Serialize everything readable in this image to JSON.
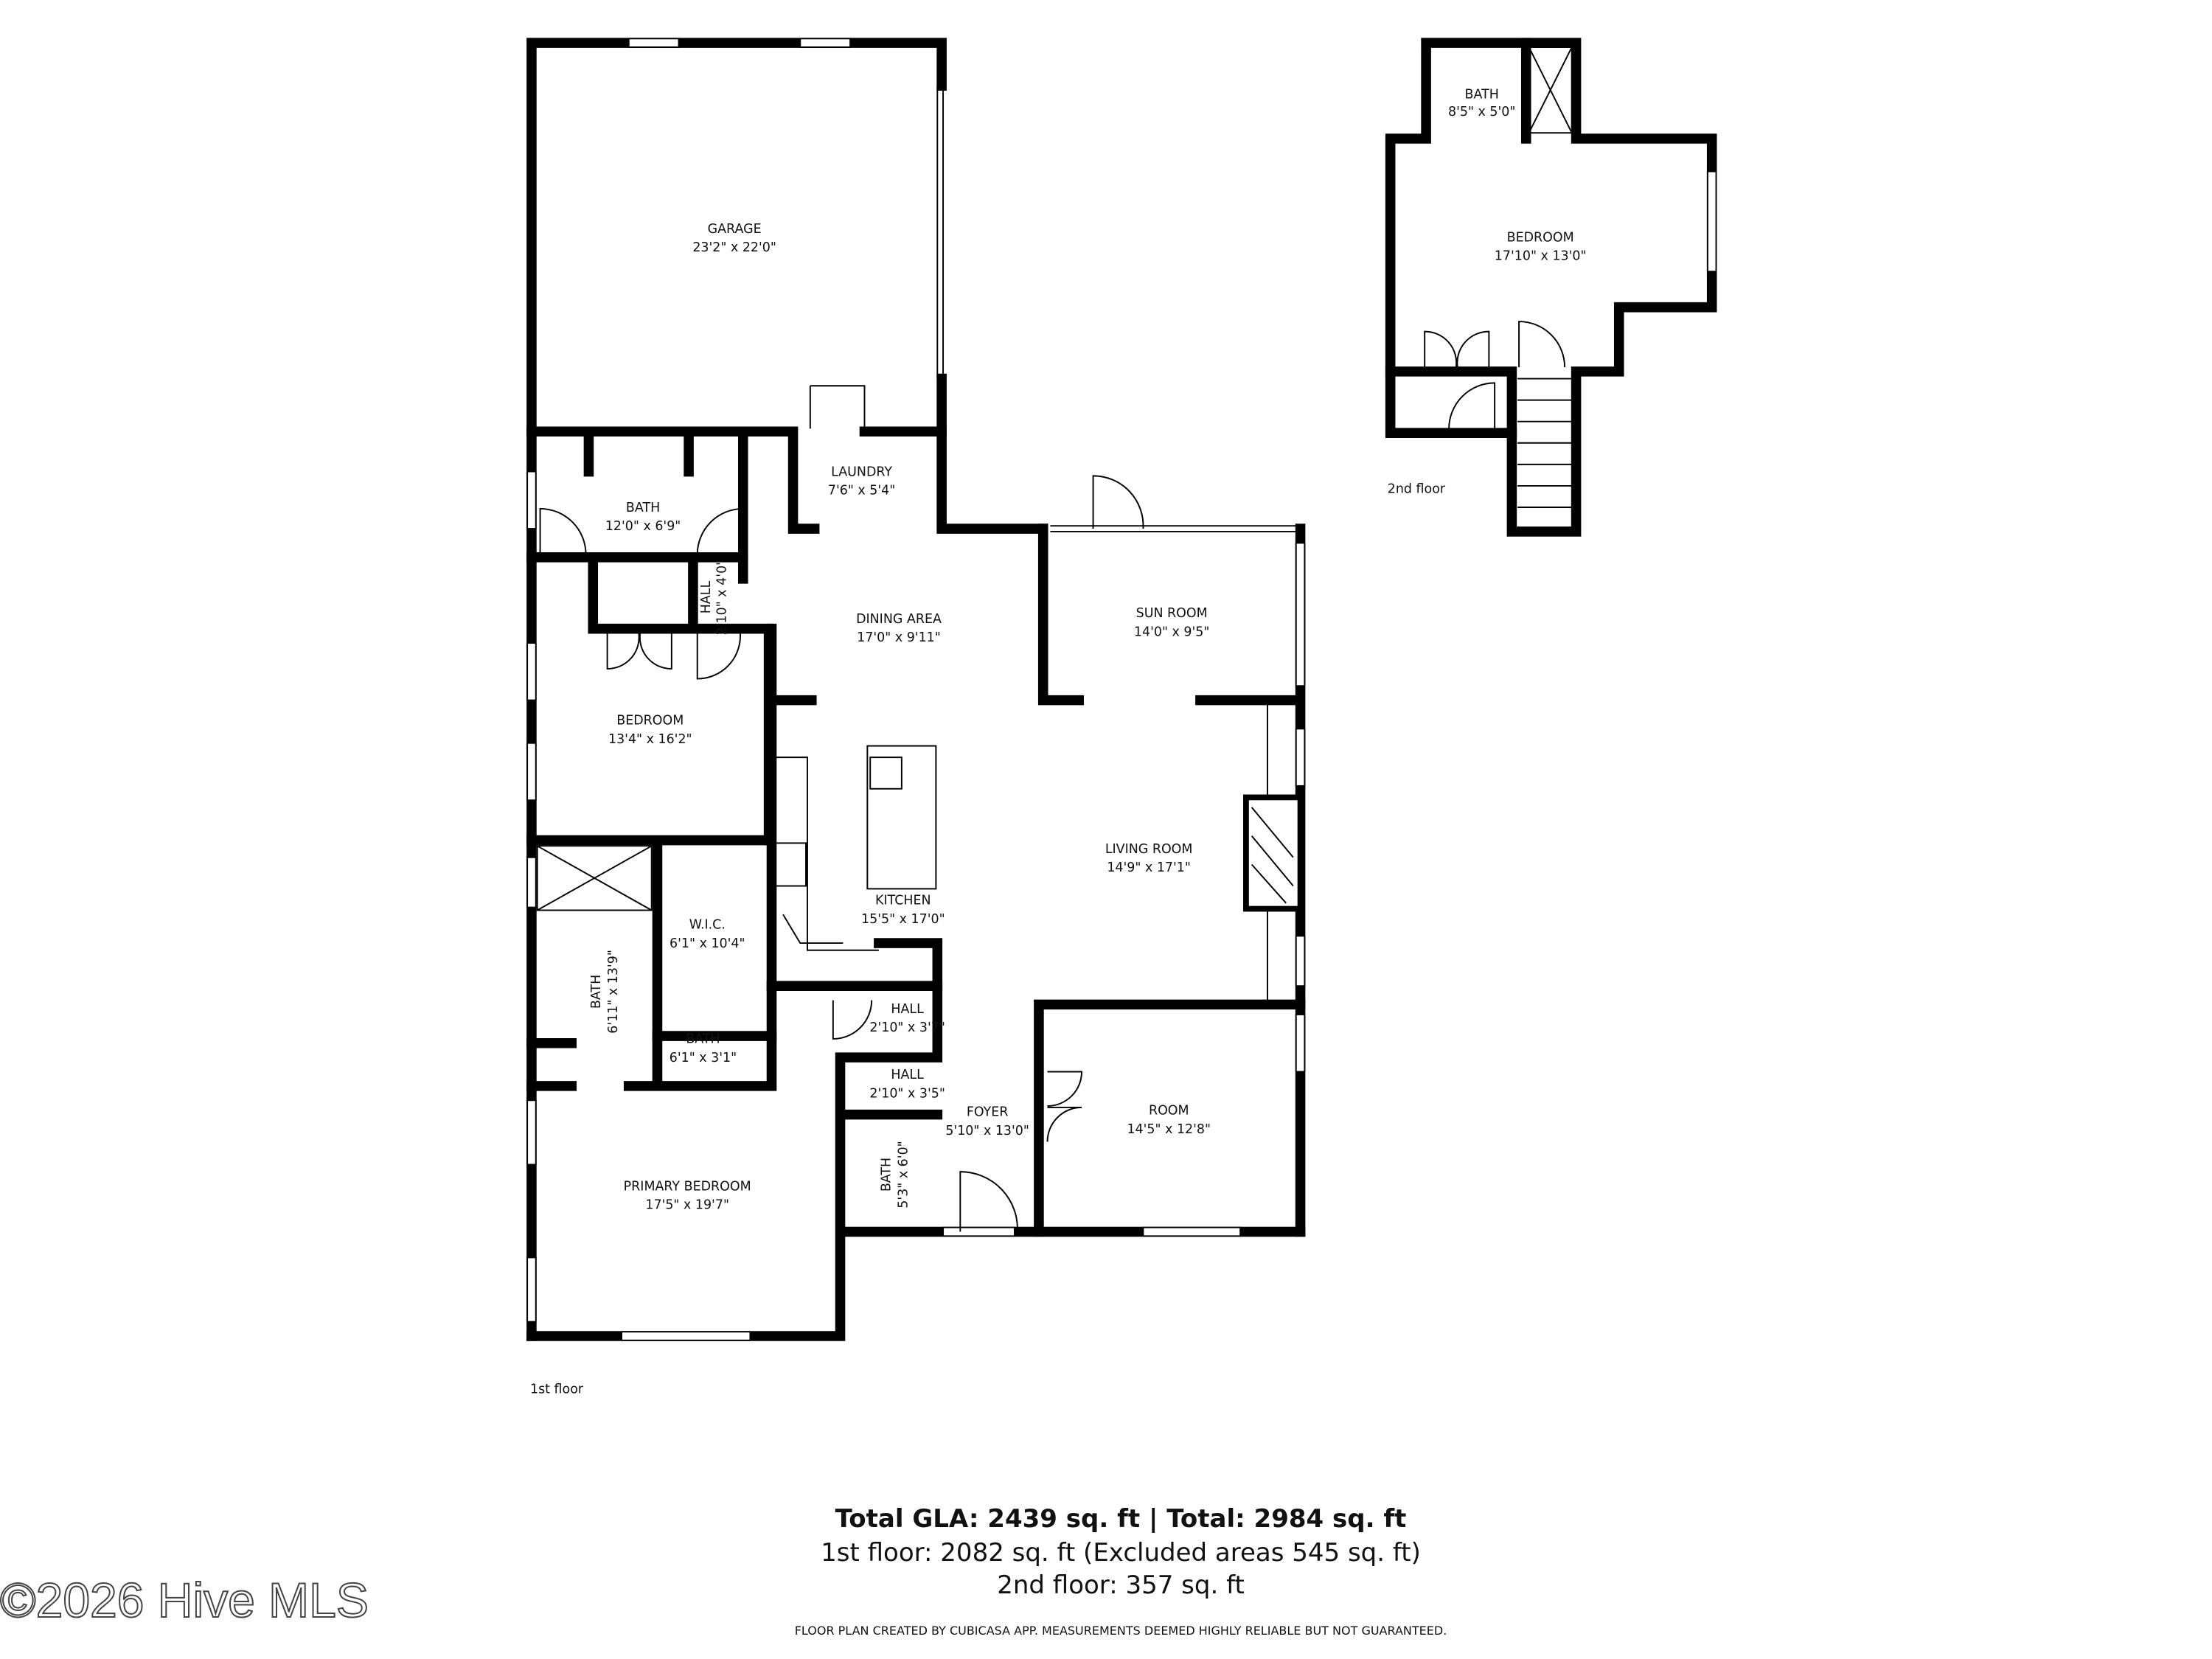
{
  "floors": {
    "first": {
      "label": "1st floor",
      "rooms": [
        {
          "name": "GARAGE",
          "dims": "23'2\" x 22'0\""
        },
        {
          "name": "BATH",
          "dims": "12'0\" x 6'9\""
        },
        {
          "name": "LAUNDRY",
          "dims": "7'6\" x 5'4\""
        },
        {
          "name": "HALL",
          "dims": "2'10\" x 4'0\""
        },
        {
          "name": "DINING AREA",
          "dims": "17'0\" x 9'11\""
        },
        {
          "name": "SUN ROOM",
          "dims": "14'0\" x 9'5\""
        },
        {
          "name": "BEDROOM",
          "dims": "13'4\" x 16'2\""
        },
        {
          "name": "LIVING ROOM",
          "dims": "14'9\" x 17'1\""
        },
        {
          "name": "KITCHEN",
          "dims": "15'5\" x 17'0\""
        },
        {
          "name": "W.I.C.",
          "dims": "6'1\" x 10'4\""
        },
        {
          "name": "BATH",
          "dims": "6'11\" x 13'9\""
        },
        {
          "name": "BATH",
          "dims": "6'1\" x 3'1\""
        },
        {
          "name": "HALL",
          "dims": "2'10\" x 3'7\""
        },
        {
          "name": "HALL",
          "dims": "2'10\" x 3'5\""
        },
        {
          "name": "FOYER",
          "dims": "5'10\" x 13'0\""
        },
        {
          "name": "ROOM",
          "dims": "14'5\" x 12'8\""
        },
        {
          "name": "BATH",
          "dims": "5'3\" x 6'0\""
        },
        {
          "name": "PRIMARY BEDROOM",
          "dims": "17'5\" x 19'7\""
        }
      ]
    },
    "second": {
      "label": "2nd floor",
      "rooms": [
        {
          "name": "BATH",
          "dims": "8'5\" x 5'0\""
        },
        {
          "name": "BEDROOM",
          "dims": "17'10\" x 13'0\""
        }
      ]
    }
  },
  "summary": {
    "totals": "Total GLA: 2439 sq. ft | Total: 2984 sq. ft",
    "first_floor": "1st floor: 2082 sq. ft (Excluded areas 545 sq. ft)",
    "second_floor": "2nd floor: 357 sq. ft",
    "disclaimer": "FLOOR PLAN CREATED BY CUBICASA APP. MEASUREMENTS DEEMED HIGHLY RELIABLE BUT NOT GUARANTEED."
  },
  "watermark": "©2026 Hive MLS"
}
